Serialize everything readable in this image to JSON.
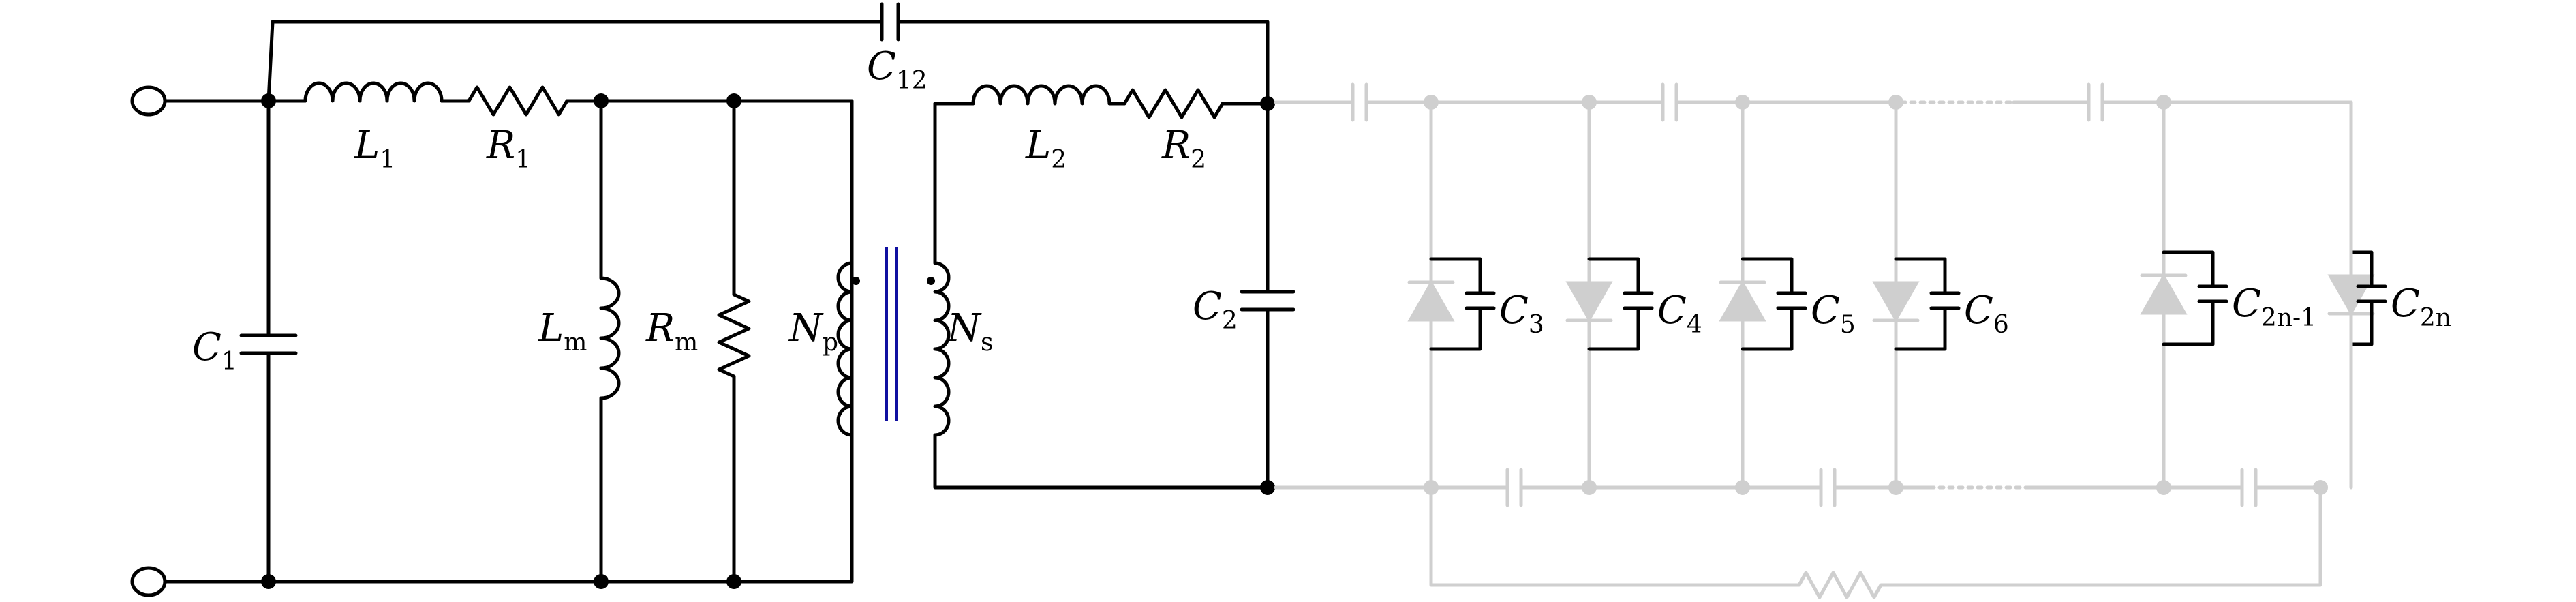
{
  "components": {
    "C1": {
      "main": "C",
      "sub": "1"
    },
    "L1": {
      "main": "L",
      "sub": "1"
    },
    "R1": {
      "main": "R",
      "sub": "1"
    },
    "C12": {
      "main": "C",
      "sub": "12"
    },
    "Lm": {
      "main": "L",
      "sub": "m"
    },
    "Rm": {
      "main": "R",
      "sub": "m"
    },
    "Np": {
      "main": "N",
      "sub": "p"
    },
    "Ns": {
      "main": "N",
      "sub": "s"
    },
    "L2": {
      "main": "L",
      "sub": "2"
    },
    "R2": {
      "main": "R",
      "sub": "2"
    },
    "C2": {
      "main": "C",
      "sub": "2"
    },
    "C3": {
      "main": "C",
      "sub": "3"
    },
    "C4": {
      "main": "C",
      "sub": "4"
    },
    "C5": {
      "main": "C",
      "sub": "5"
    },
    "C6": {
      "main": "C",
      "sub": "6"
    },
    "C2n1": {
      "main": "C",
      "sub": "2n-1"
    },
    "C2n": {
      "main": "C",
      "sub": "2n"
    }
  },
  "colors": {
    "wire": "#000000",
    "multiplier": "#cfcfcf",
    "core": "#1010a0"
  }
}
